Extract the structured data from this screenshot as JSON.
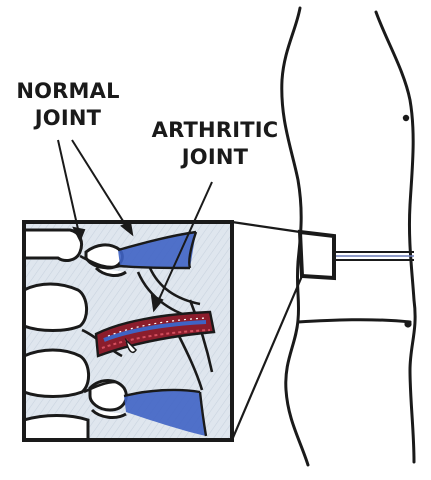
{
  "labels": {
    "normal_joint": [
      "NORMAL",
      "JOINT"
    ],
    "arthritic_joint": [
      "ARTHRITIC",
      "JOINT"
    ]
  },
  "colors": {
    "outline": "#1a1a1a",
    "inset_background": "#dfe6ee",
    "joint_blue": "#3f63c4",
    "inflammation_red": "#8b1d2c"
  }
}
